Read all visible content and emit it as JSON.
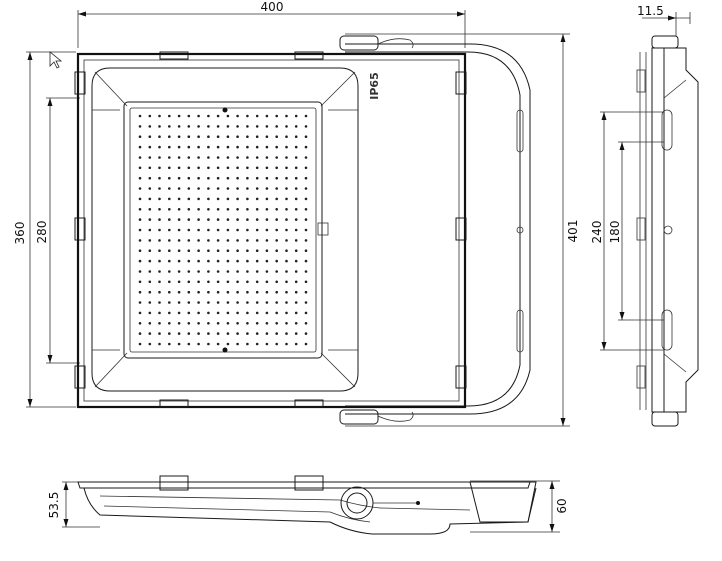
{
  "dimensions": {
    "width_400": "400",
    "height_360": "360",
    "height_280": "280",
    "height_401": "401",
    "side_11_5": "11.5",
    "side_240": "240",
    "side_180": "180",
    "bottom_53_5": "53.5",
    "bottom_60": "60"
  },
  "rating_mark": "IP65",
  "led_grid": {
    "columns": 18,
    "rows": 23
  }
}
